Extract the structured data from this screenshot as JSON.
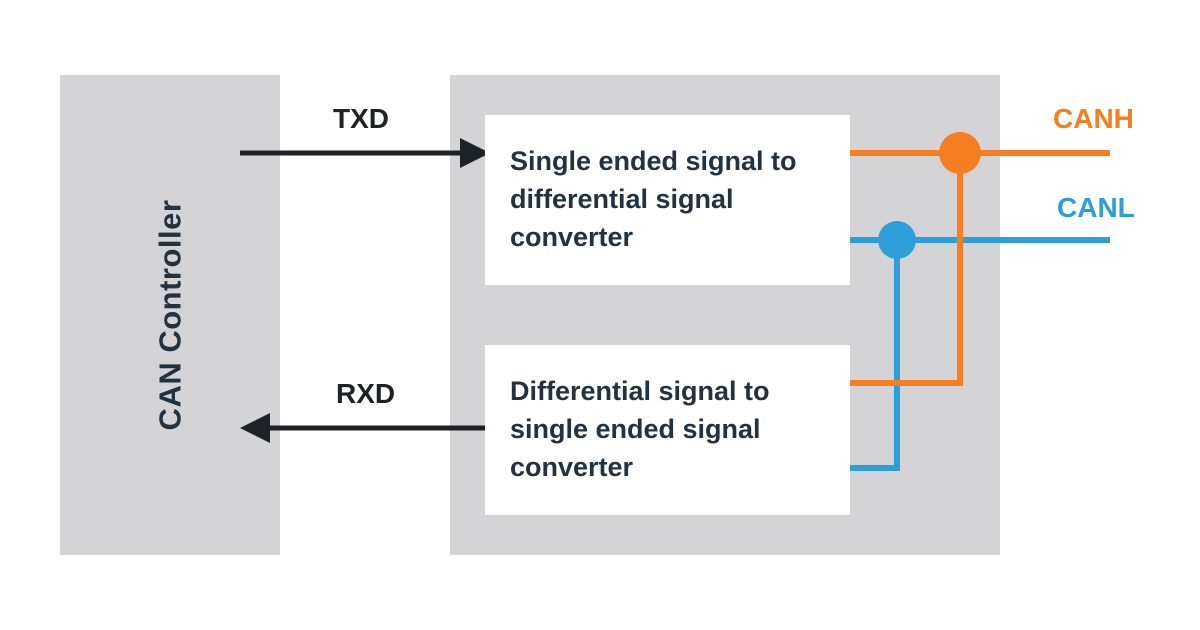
{
  "diagram": {
    "controller": {
      "label": "CAN Controller"
    },
    "transceiver": {
      "top_box": {
        "label": "Single ended signal to differential signal converter"
      },
      "bottom_box": {
        "label": "Differential signal to single ended signal converter"
      }
    },
    "signals": {
      "txd": {
        "label": "TXD"
      },
      "rxd": {
        "label": "RXD"
      },
      "canh": {
        "label": "CANH"
      },
      "canl": {
        "label": "CANL"
      }
    },
    "colors": {
      "canh_orange": "#f57e20",
      "canl_blue": "#2d9fd8",
      "block_gray": "#d4d4d7",
      "text_dark": "#24313f",
      "arrow_black": "#1d2226"
    }
  }
}
